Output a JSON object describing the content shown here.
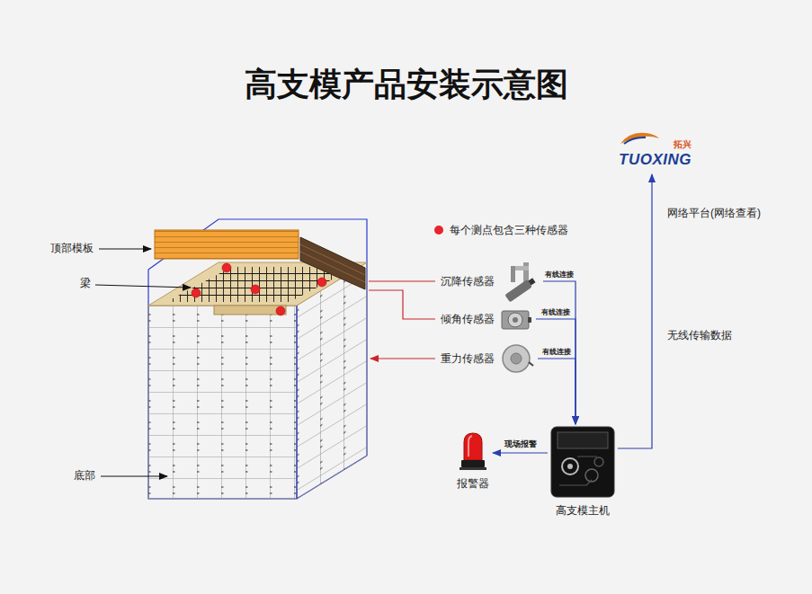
{
  "diagram": {
    "title": "高支模产品安装示意图",
    "nodes": [
      {
        "text": [
          "沉降传感器"
        ]
      },
      {
        "text": [
          "倾角传感器"
        ]
      },
      {
        "text": [
          "重力传感器"
        ]
      },
      {
        "text": [
          "高支模主机"
        ]
      },
      {
        "text": [
          "报警器"
        ]
      },
      {
        "text": [
          "拓兴",
          "TUOXING"
        ]
      }
    ],
    "edges": [
      {
        "from": 0,
        "to": 3,
        "label": "有线连接",
        "arrow": "to"
      },
      {
        "from": 1,
        "to": 3,
        "label": "有线连接",
        "arrow": "to"
      },
      {
        "from": 2,
        "to": 3,
        "label": "有线连接",
        "arrow": "to"
      },
      {
        "from": 3,
        "to": 4,
        "label": "现场报警",
        "arrow": "to"
      },
      {
        "from": 3,
        "to": 5,
        "label": "无线传输数据",
        "arrow": "to"
      }
    ],
    "labels": [
      "顶部模板",
      "梁",
      "底部",
      "网络平台(网络查看)"
    ],
    "legend": [
      {
        "text": "每个测点包含三种传感器",
        "color": "#e8242a"
      }
    ]
  }
}
